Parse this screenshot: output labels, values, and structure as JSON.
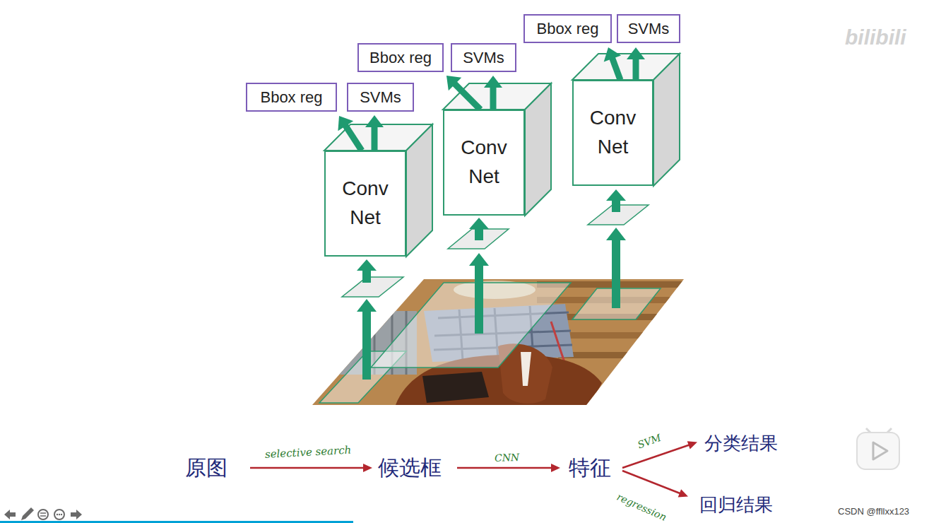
{
  "diagram": {
    "nodes": [
      {
        "text": [
          "Bbox reg"
        ]
      },
      {
        "text": [
          "SVMs"
        ]
      },
      {
        "text": [
          "Conv Net"
        ]
      },
      {
        "text": [
          "Bbox reg"
        ]
      },
      {
        "text": [
          "SVMs"
        ]
      },
      {
        "text": [
          "Conv Net"
        ]
      },
      {
        "text": [
          "Bbox reg"
        ]
      },
      {
        "text": [
          "SVMs"
        ]
      },
      {
        "text": [
          "Conv Net"
        ]
      },
      {
        "text": [
          "原图"
        ]
      },
      {
        "text": [
          "候选框"
        ]
      },
      {
        "text": [
          "特征"
        ]
      },
      {
        "text": [
          "分类结果"
        ]
      },
      {
        "text": [
          "回归结果"
        ]
      }
    ],
    "edges": [
      {
        "from": 2,
        "to": 0,
        "arrow": "to"
      },
      {
        "from": 2,
        "to": 1,
        "arrow": "to"
      },
      {
        "from": 5,
        "to": 3,
        "arrow": "to"
      },
      {
        "from": 5,
        "to": 4,
        "arrow": "to"
      },
      {
        "from": 8,
        "to": 6,
        "arrow": "to"
      },
      {
        "from": 8,
        "to": 7,
        "arrow": "to"
      },
      {
        "from": 9,
        "to": 10,
        "label": "selective search",
        "arrow": "to"
      },
      {
        "from": 10,
        "to": 11,
        "label": "CNN",
        "arrow": "to"
      },
      {
        "from": 11,
        "to": 12,
        "label": "SVM",
        "arrow": "to"
      },
      {
        "from": 11,
        "to": 13,
        "label": "regression",
        "arrow": "to"
      }
    ],
    "labels": [
      "bilibili",
      "CSDN @ffllxx123"
    ]
  }
}
